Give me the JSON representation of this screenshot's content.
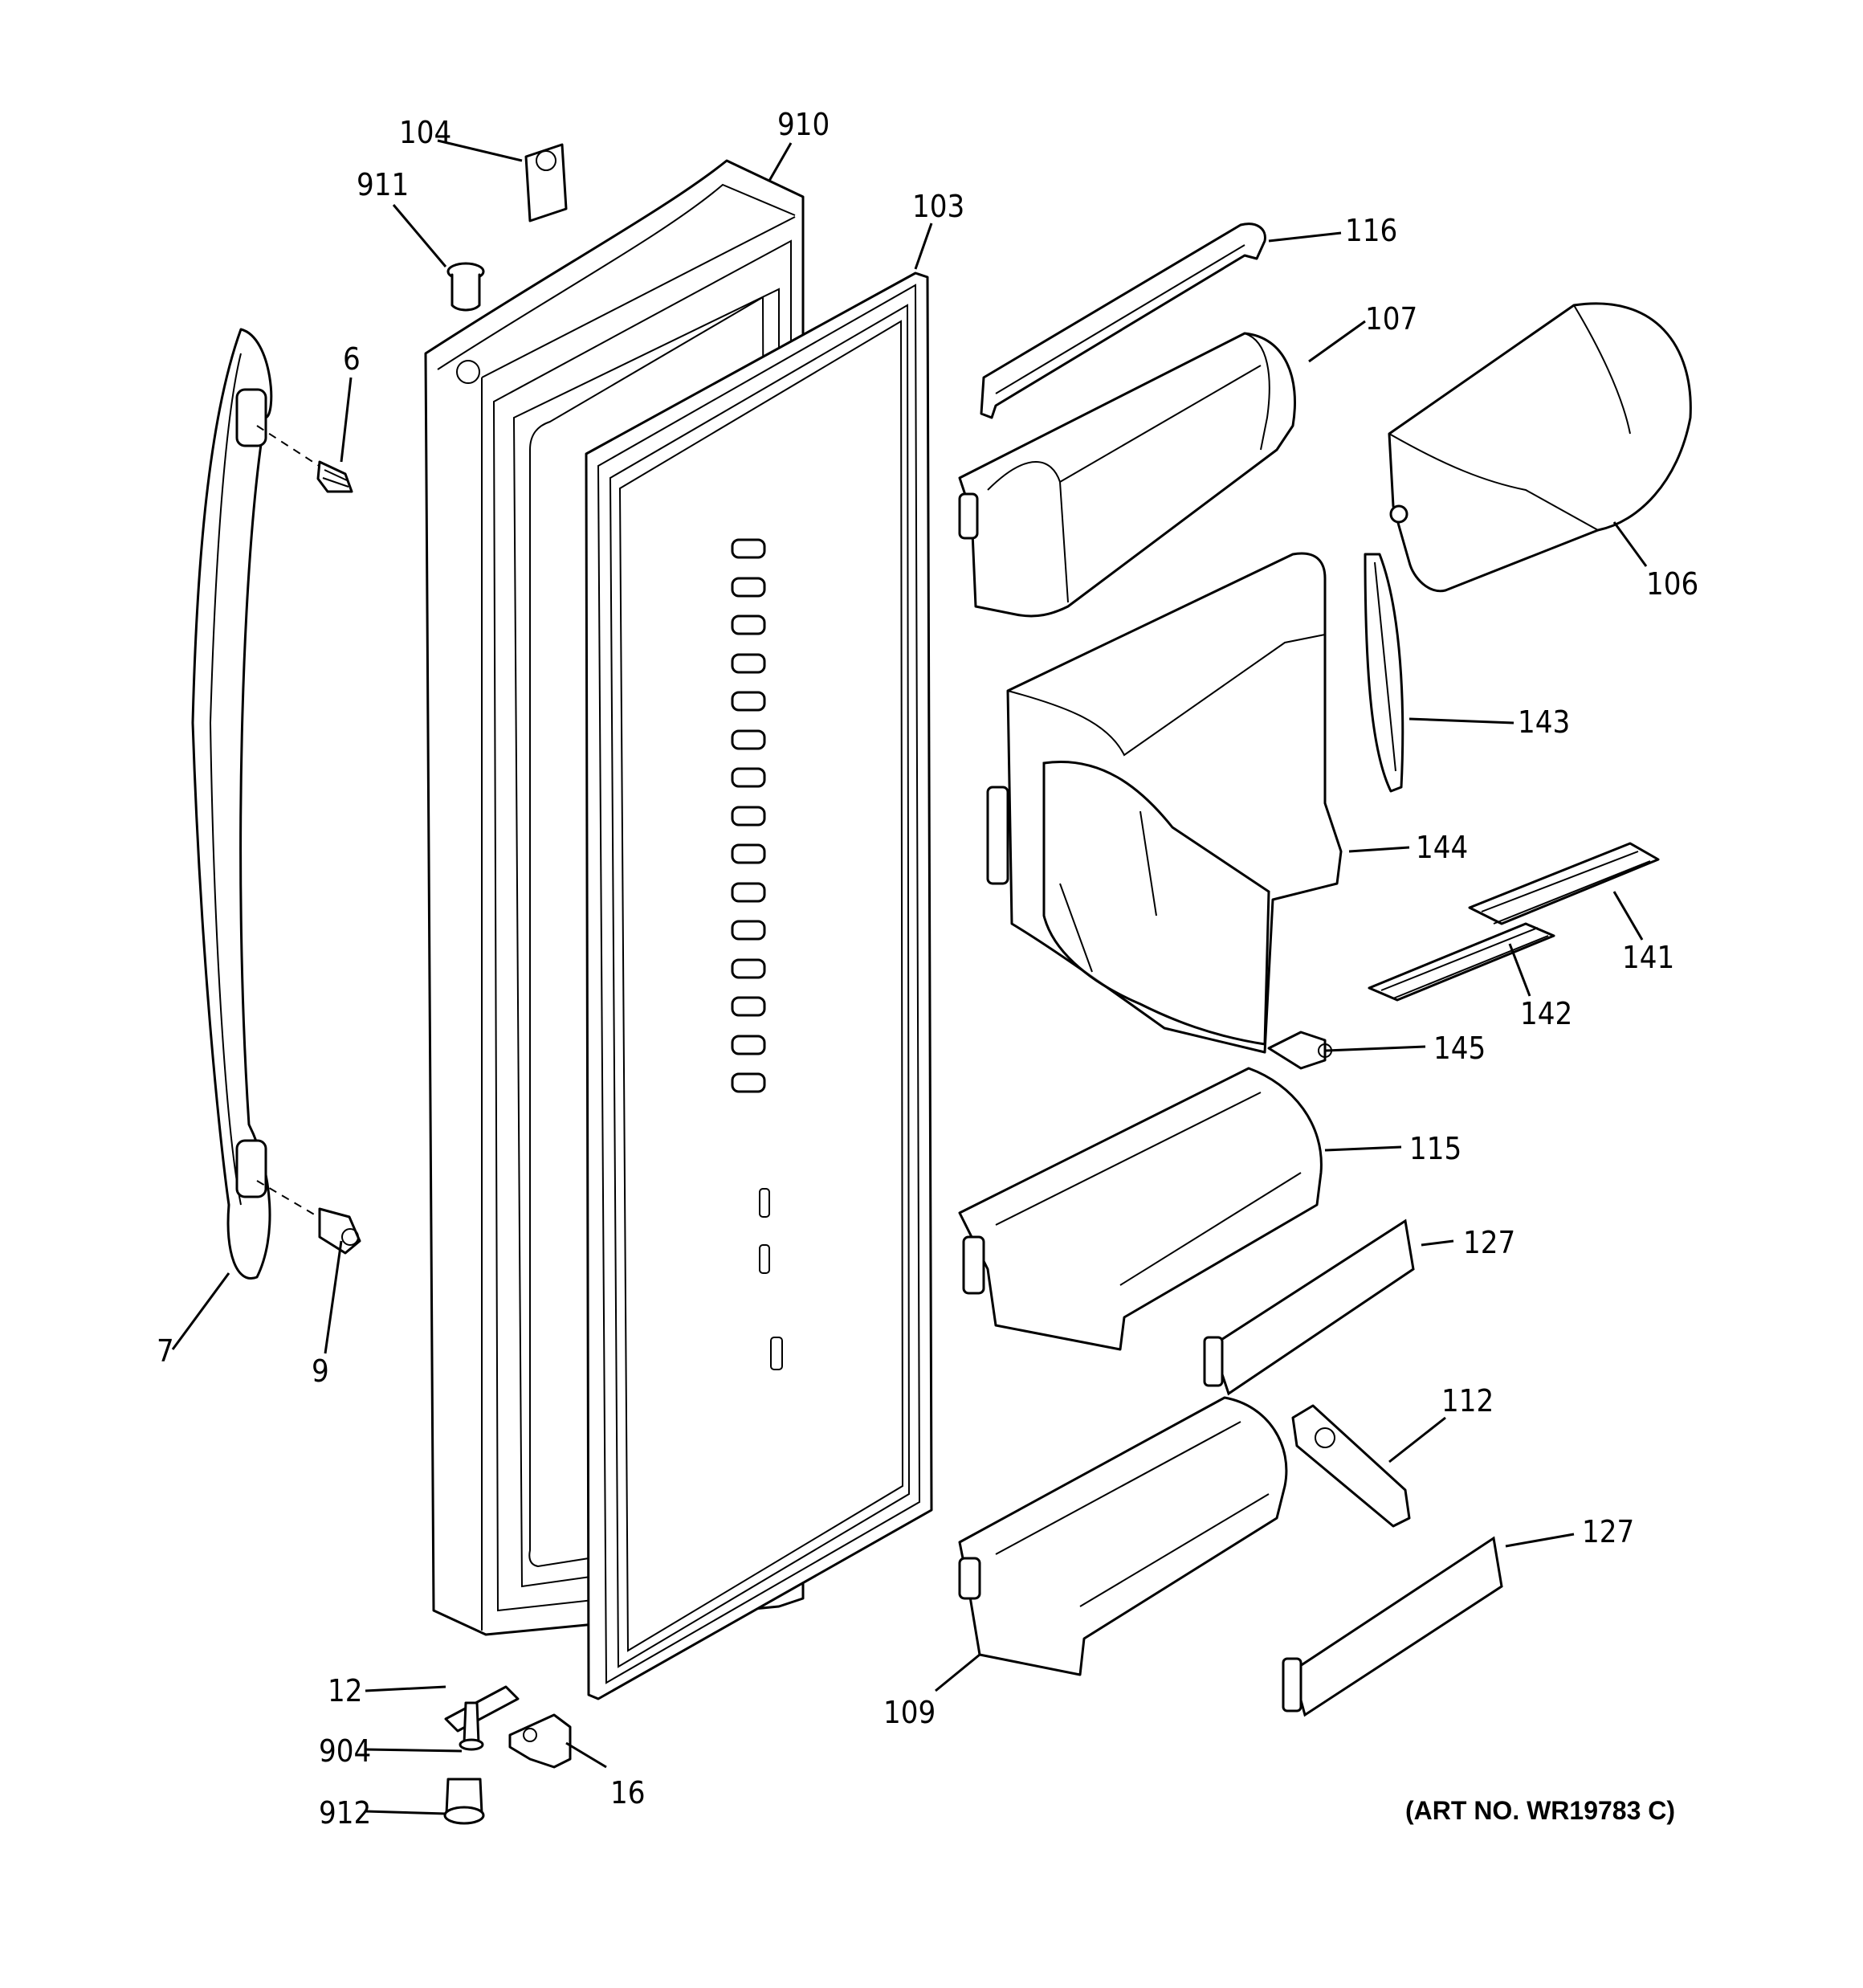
{
  "labels": {
    "l104": "104",
    "l910": "910",
    "l911": "911",
    "l103": "103",
    "l116": "116",
    "l107": "107",
    "l106": "106",
    "l6": "6",
    "l143": "143",
    "l144": "144",
    "l141": "141",
    "l142": "142",
    "l145": "145",
    "l115": "115",
    "l127a": "127",
    "l7": "7",
    "l9": "9",
    "l112": "112",
    "l127b": "127",
    "l12": "12",
    "l109": "109",
    "l904": "904",
    "l16": "16",
    "l912": "912"
  },
  "art_number": "(ART NO. WR19783 C)"
}
